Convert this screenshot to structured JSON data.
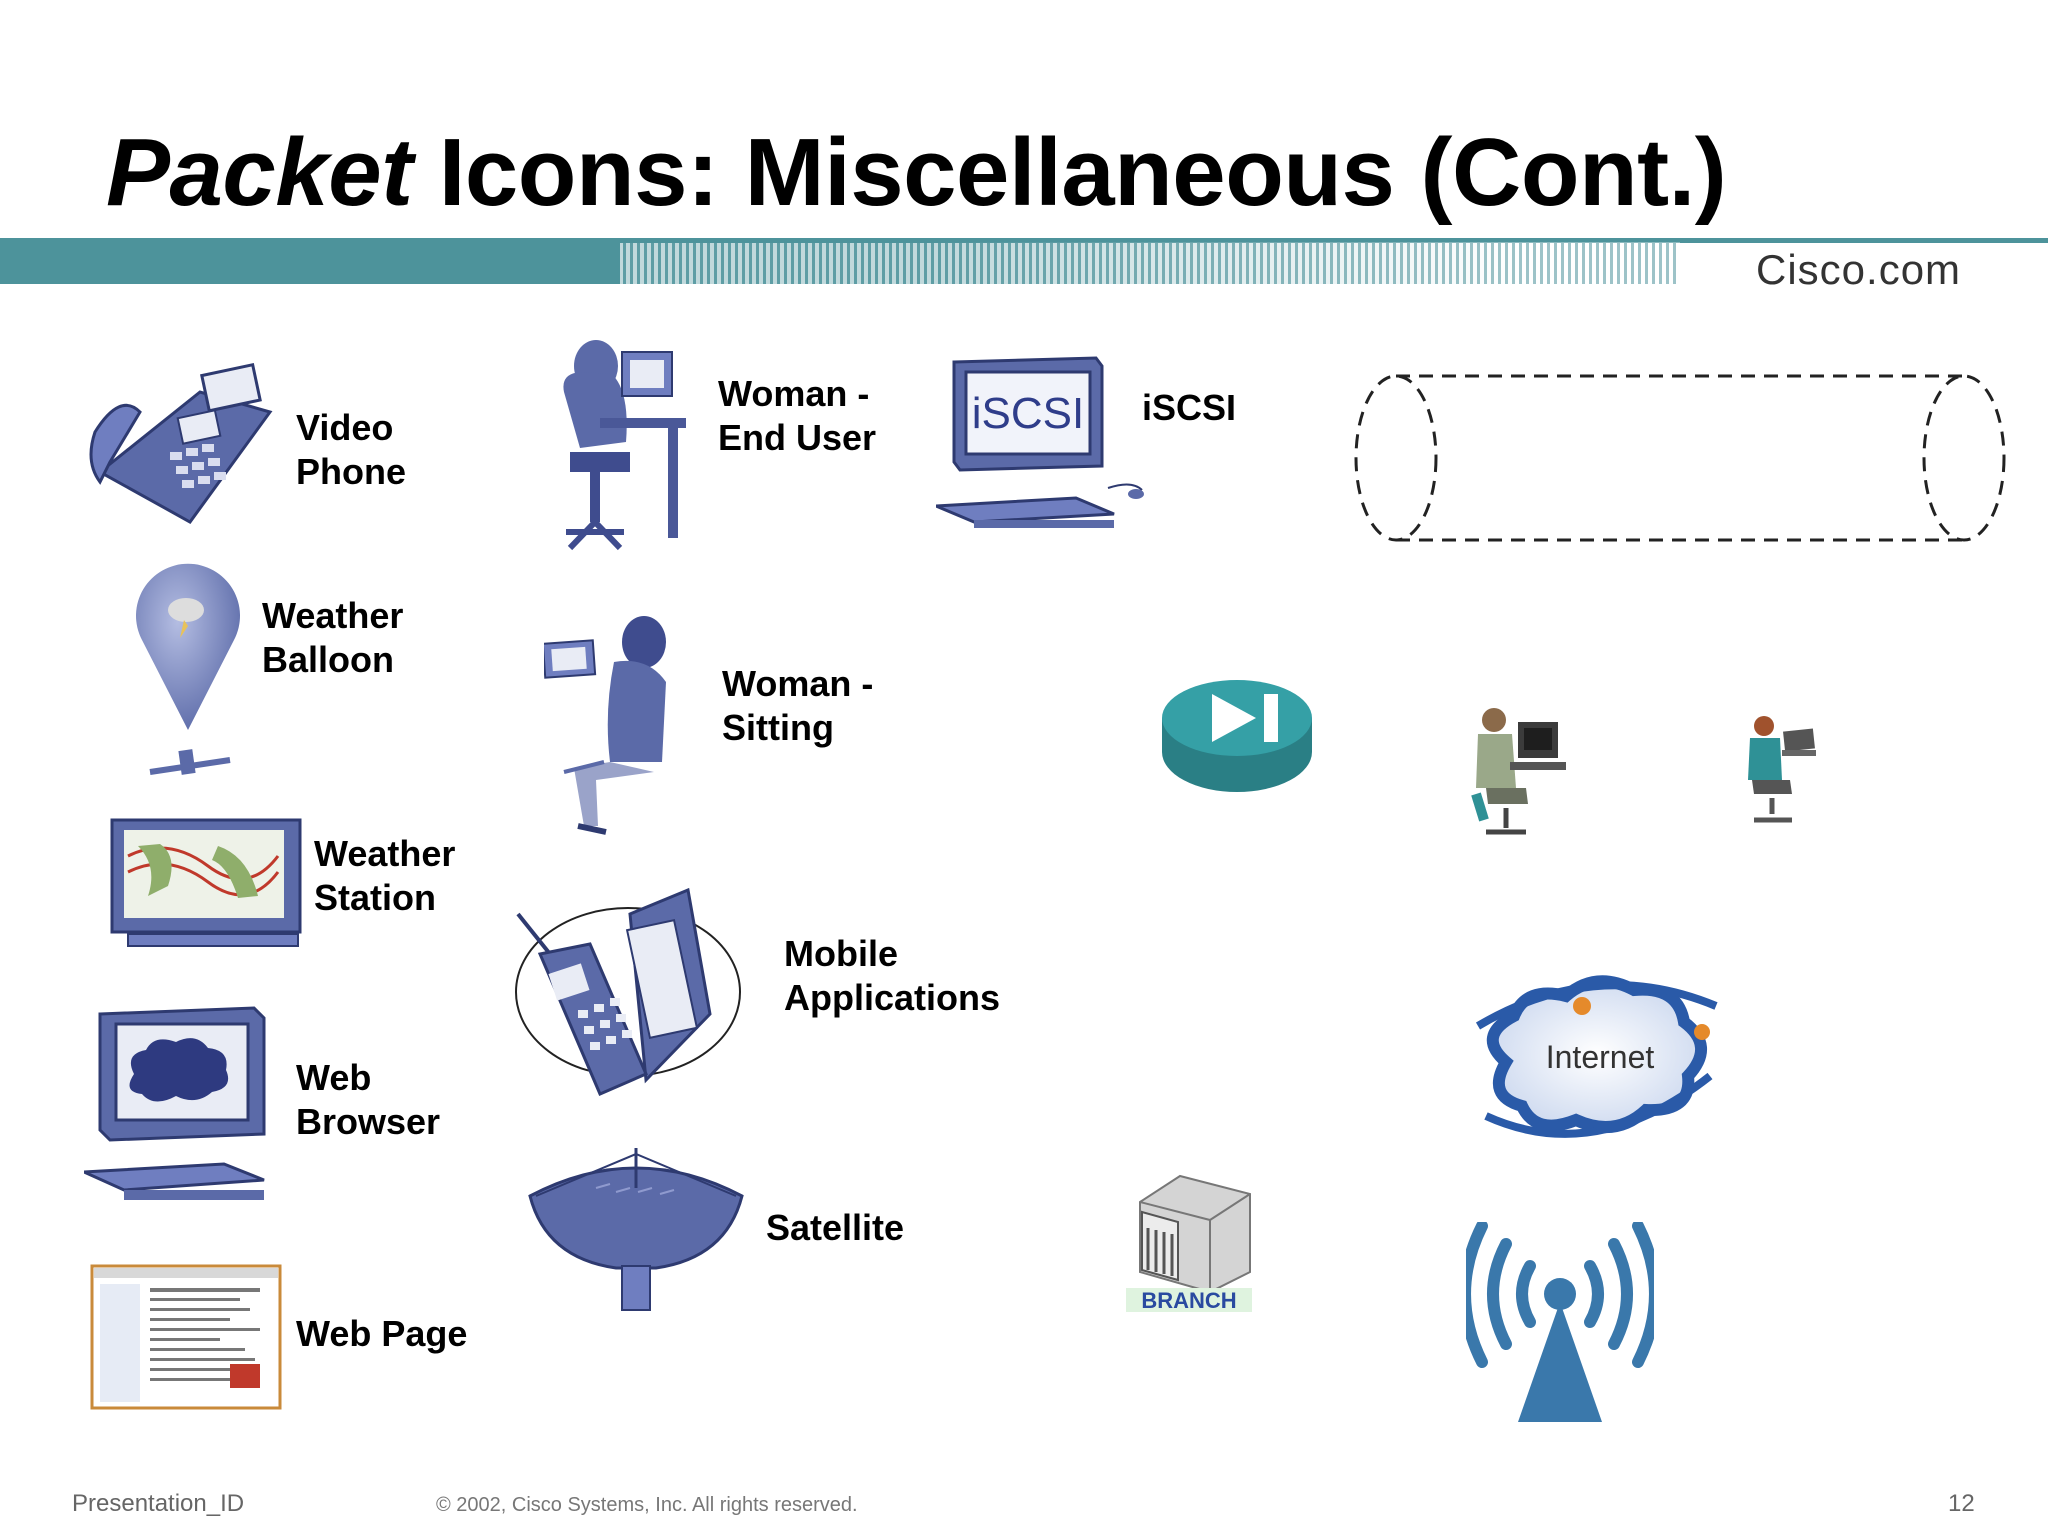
{
  "slide": {
    "title_italic": "Packet",
    "title_rest": " Icons: Miscellaneous (Cont.)",
    "brand": "Cisco.com",
    "footer_left": "Presentation_ID",
    "footer_center": "© 2002, Cisco Systems, Inc. All rights reserved.",
    "page_number": "12"
  },
  "colors": {
    "band": "#4d939b",
    "icon_blue": "#5b6aa8",
    "teal": "#2f9196",
    "wireless": "#3a78ab"
  },
  "labels": {
    "video_phone": [
      "Video",
      "Phone"
    ],
    "weather_balloon": [
      "Weather",
      "Balloon"
    ],
    "weather_station": [
      "Weather",
      "Station"
    ],
    "web_browser": [
      "Web",
      "Browser"
    ],
    "web_page": "Web Page",
    "woman_end_user": [
      "Woman -",
      "End User"
    ],
    "woman_sitting": [
      "Woman -",
      "Sitting"
    ],
    "mobile_applications": [
      "Mobile",
      "Applications"
    ],
    "satellite": "Satellite",
    "iscsi": "iSCSI"
  },
  "icon_text": {
    "iscsi_screen": "iSCSI",
    "internet": "Internet",
    "branch": "BRANCH"
  }
}
